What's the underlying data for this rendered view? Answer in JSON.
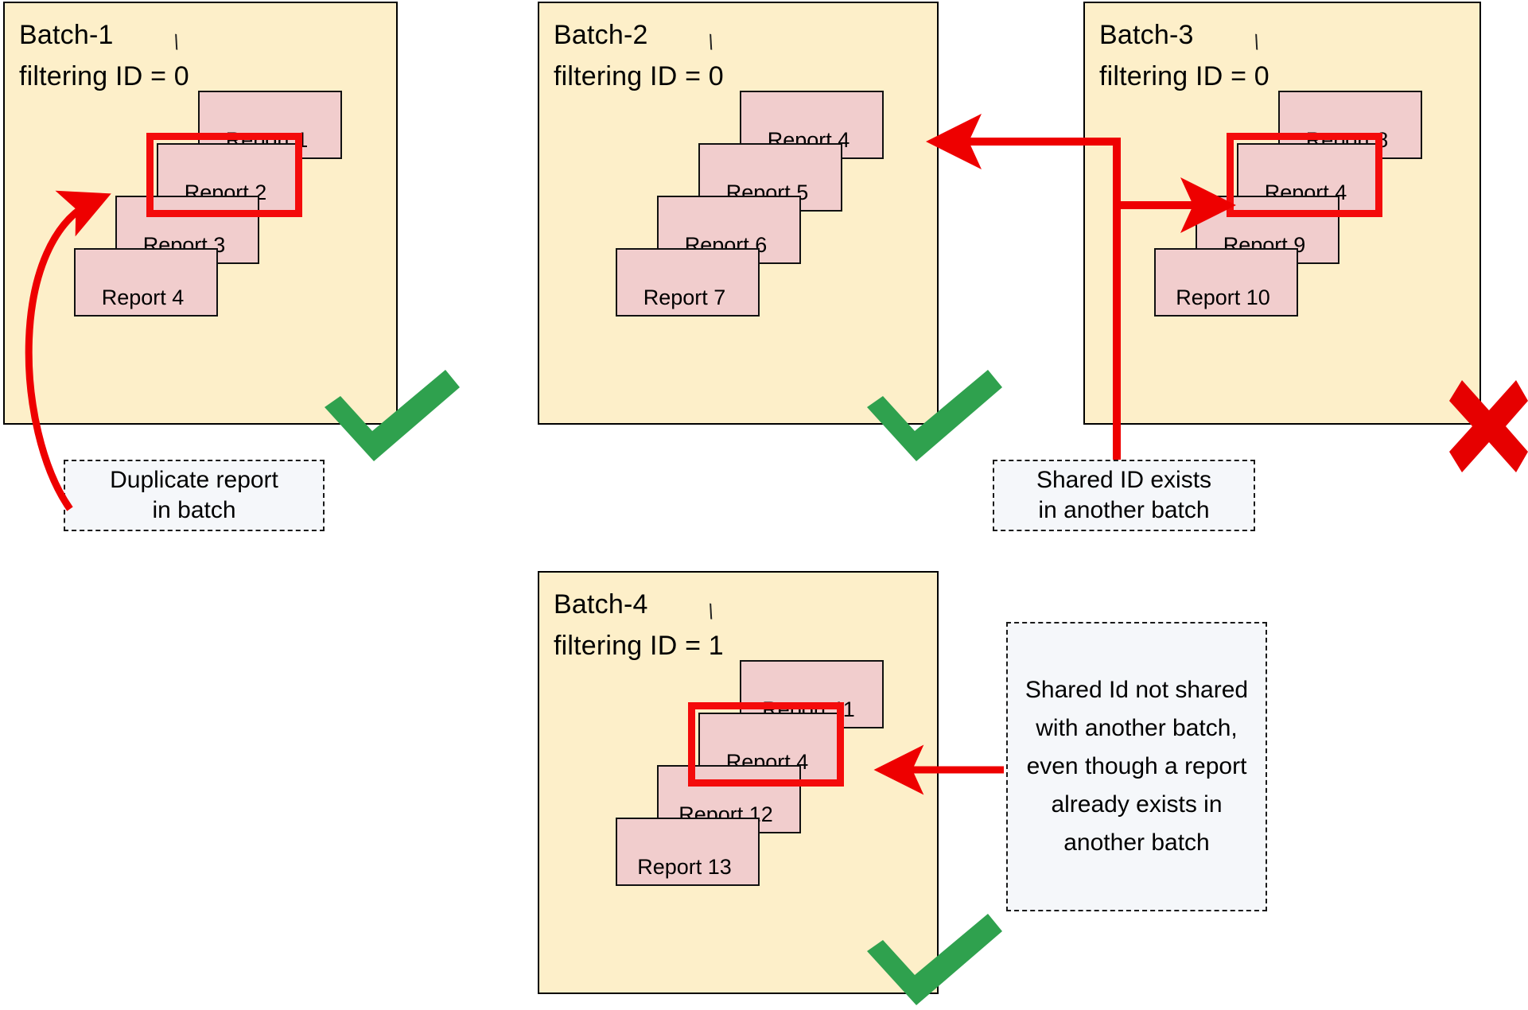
{
  "colors": {
    "batch_fill": "#FDEFC9",
    "batch_border": "#000000",
    "card_fill": "#F1CDCD",
    "card_border": "#111111",
    "highlight_red": "#F40B0B",
    "arrow_red": "#EE0000",
    "check_green": "#2FA14E",
    "cross_red": "#E60000",
    "note_fill": "#F5F7FA",
    "note_border": "#1A1A1A"
  },
  "batches": [
    {
      "id": "batch-1",
      "name": "Batch-1",
      "filter_label": "filtering ID = 0",
      "title": "Batch-1\nfiltering ID = 0",
      "status": "valid",
      "status_icon": "green-check-icon",
      "reports": [
        {
          "label": "Report 1",
          "highlighted": false
        },
        {
          "label": "Report 2",
          "highlighted": true
        },
        {
          "label": "Report 3",
          "highlighted": false
        },
        {
          "label": "Report 4",
          "highlighted": false
        }
      ]
    },
    {
      "id": "batch-2",
      "name": "Batch-2",
      "filter_label": "filtering ID = 0",
      "title": "Batch-2\nfiltering ID = 0",
      "status": "valid",
      "status_icon": "green-check-icon",
      "reports": [
        {
          "label": "Report 4",
          "highlighted": false
        },
        {
          "label": "Report 5",
          "highlighted": false
        },
        {
          "label": "Report 6",
          "highlighted": false
        },
        {
          "label": "Report 7",
          "highlighted": false
        }
      ]
    },
    {
      "id": "batch-3",
      "name": "Batch-3",
      "filter_label": "filtering ID = 0",
      "title": "Batch-3\nfiltering ID = 0",
      "status": "invalid",
      "status_icon": "red-cross-icon",
      "reports": [
        {
          "label": "Report 8",
          "highlighted": false
        },
        {
          "label": "Report 4",
          "highlighted": true
        },
        {
          "label": "Report 9",
          "highlighted": false
        },
        {
          "label": "Report 10",
          "highlighted": false
        }
      ]
    },
    {
      "id": "batch-4",
      "name": "Batch-4",
      "filter_label": "filtering ID = 1",
      "title": "Batch-4\nfiltering ID = 1",
      "status": "valid",
      "status_icon": "green-check-icon",
      "reports": [
        {
          "label": "Report 11",
          "highlighted": false
        },
        {
          "label": "Report 4",
          "highlighted": true
        },
        {
          "label": "Report 12",
          "highlighted": false
        },
        {
          "label": "Report 13",
          "highlighted": false
        }
      ]
    }
  ],
  "notes": [
    {
      "id": "note-duplicate",
      "text": "Duplicate report\nin batch"
    },
    {
      "id": "note-shared-exists",
      "text": "Shared ID exists\nin another batch"
    },
    {
      "id": "note-shared-not-shared",
      "text": "Shared Id not shared with another batch, even though a report already exists in another batch"
    }
  ],
  "tick_marks": {
    "glyph": "\\"
  }
}
